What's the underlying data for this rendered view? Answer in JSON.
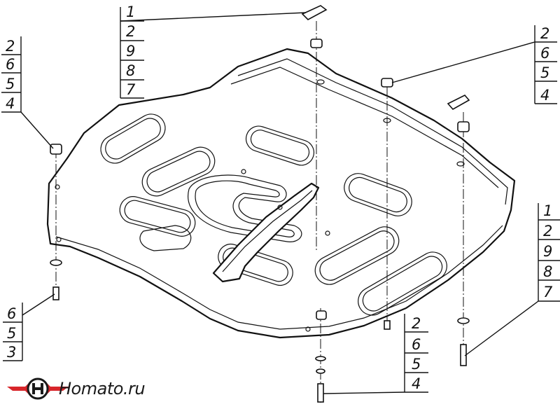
{
  "callouts": {
    "top_center": [
      "1",
      "2",
      "9",
      "8",
      "7"
    ],
    "top_left": [
      "2",
      "6",
      "5",
      "4"
    ],
    "top_right": [
      "2",
      "6",
      "5",
      "4"
    ],
    "right": [
      "1",
      "2",
      "9",
      "8",
      "7"
    ],
    "bottom_left": [
      "6",
      "5",
      "3"
    ],
    "bottom_center": [
      "2",
      "6",
      "5",
      "4"
    ]
  },
  "logo": {
    "text": "Homato.ru",
    "icon": "winged-h-logo-icon",
    "colors": {
      "red": "#d8262b",
      "dark": "#1a1a1a"
    }
  },
  "colors": {
    "line": "#111111",
    "background": "#ffffff"
  }
}
